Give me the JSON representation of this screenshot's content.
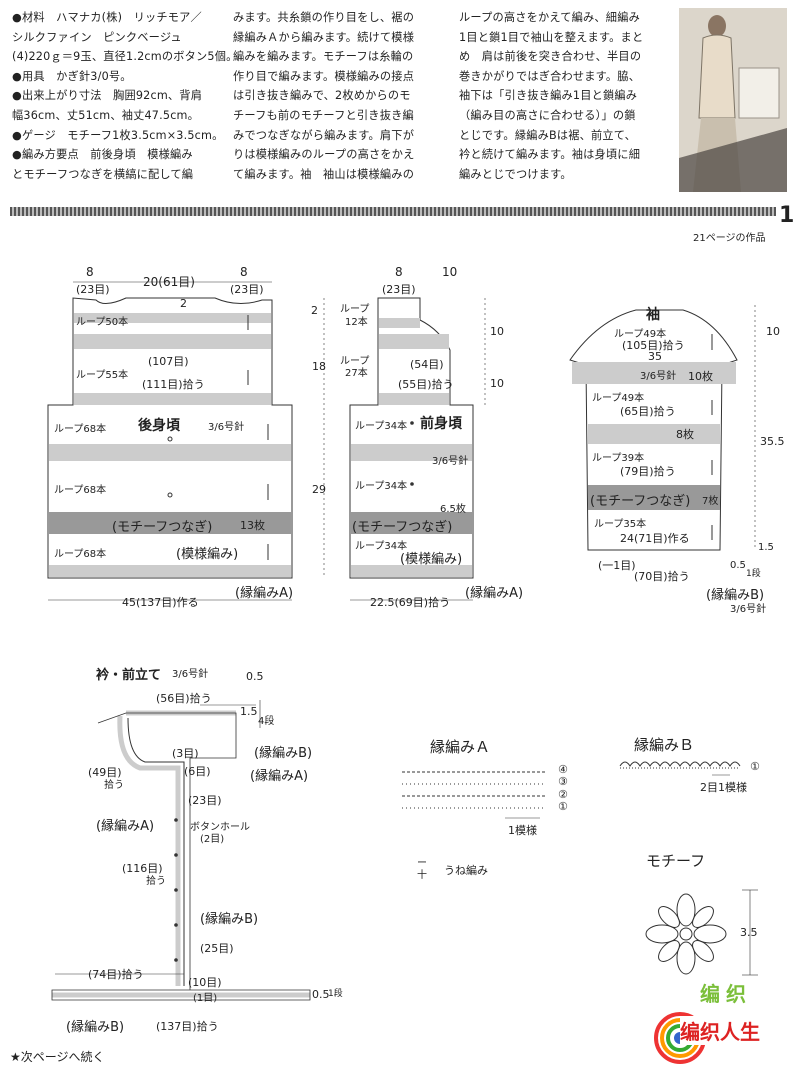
{
  "text_columns": {
    "col1": [
      "●材料　ハマナカ(株)　リッチモア／",
      "シルクファイン　ピンクベージュ",
      "(4)220ｇ＝9玉、直径1.2cmのボタン5個。",
      "●用具　かぎ針3/0号。",
      "●出来上がり寸法　胸囲92cm、背肩",
      "幅36cm、丈51cm、袖丈47.5cm。",
      "●ゲージ　モチーフ1枚3.5cm×3.5cm。",
      "●編み方要点　前後身頃　模様編み",
      "とモチーフつなぎを横縞に配して編"
    ],
    "col2": [
      "みます。共糸鎖の作り目をし、裾の",
      "縁編みＡから編みます。続けて模様",
      "編みを編みます。モチーフは糸輪の",
      "作り目で編みます。模様編みの接点",
      "は引き抜き編みで、2枚めからのモ",
      "チーフも前のモチーフと引き抜き編",
      "みでつなぎながら編みます。肩下が",
      "りは模様編みのループの高さをかえ",
      "て編みます。袖　袖山は模様編みの"
    ],
    "col3": [
      "ループの高さをかえて編み、細編み",
      "1目と鎖1目で袖山を整えます。まと",
      "め　肩は前後を突き合わせ、半目の",
      "巻きかがりではぎ合わせます。脇、",
      "袖下は「引き抜き編み1目と鎖編み",
      "（編み目の高さに合わせる）」の鎖",
      "とじです。縁編みBは裾、前立て、",
      "衿と続けて編みます。袖は身頃に細",
      "編みとじでつけます。"
    ]
  },
  "page": {
    "number": "1",
    "ref": "21ページの作品",
    "continue": "★次ページへ続く"
  },
  "back": {
    "title": "後身頃",
    "needle": "3/6号針",
    "top_dims": [
      "8",
      "(23目)",
      "20(61目)",
      "8",
      "(23目)"
    ],
    "neck": "2",
    "loops": [
      "ループ50本",
      "ループ55本",
      "ループ68本",
      "ループ68本",
      "ループ68本"
    ],
    "counts": [
      "(107目)",
      "(111目)拾う"
    ],
    "motif": "(モチーフつなぎ)",
    "motif_count": "13枚",
    "pattern": "(模様編み)",
    "edge": "(縁編みA)",
    "bottom": "45(137目)作る"
  },
  "front": {
    "title": "前身頃",
    "needle": "3/6号針",
    "top_dims": [
      "8",
      "(23目)",
      "10"
    ],
    "loop_top": [
      "ループ",
      "12本",
      "ループ",
      "27本"
    ],
    "counts": [
      "(54目)",
      "(55目)拾う"
    ],
    "side_dims": [
      "2",
      "18",
      "29",
      "10",
      "10",
      "6.5枚"
    ],
    "loops": [
      "ループ34本",
      "ループ34本",
      "ループ34本"
    ],
    "motif": "(モチーフつなぎ)",
    "pattern": "(模様編み)",
    "edge": "(縁編みA)",
    "bottom": "22.5(69目)拾う"
  },
  "sleeve": {
    "title": "袖",
    "loops": [
      "ループ49本",
      "ループ49本",
      "ループ39本",
      "ループ35本"
    ],
    "counts": [
      "(105目)拾う",
      "35",
      "(65目)拾う",
      "(79目)拾う",
      "24(71目)作る",
      "(一1目)",
      "(70目)拾う"
    ],
    "bands": [
      "3/6号針",
      "10枚",
      "8枚"
    ],
    "motif": "(モチーフつなぎ)",
    "motif_count": "7枚",
    "dims": [
      "10",
      "35.5",
      "1.5",
      "0.5",
      "1段"
    ],
    "edge": "(縁編みB)",
    "needle": "3/6号針"
  },
  "collar": {
    "title": "衿・前立て",
    "needle": "3/6号針",
    "labels": [
      "(56目)拾う",
      "0.5",
      "1.5",
      "4段",
      "(3目)",
      "(6目)",
      "(49目)",
      "拾う",
      "(23目)",
      "ボタンホール",
      "(2目)",
      "(116目)",
      "拾う",
      "(25目)",
      "(74目)拾う",
      "(10目)",
      "(1目)",
      "0.5",
      "1段",
      "(137目)拾う"
    ],
    "edges": [
      "(縁編みB)",
      "(縁編みA)",
      "(縁編みA)",
      "(縁編みB)",
      "(縁編みB)"
    ]
  },
  "chart_a": {
    "title": "縁編みＡ",
    "rows": [
      "④",
      "③",
      "②",
      "①"
    ],
    "repeat": "1模様",
    "legend": "うね編み"
  },
  "chart_b": {
    "title": "縁編みＢ",
    "row": "①",
    "repeat": "2目1模様"
  },
  "motif": {
    "title": "モチーフ",
    "size": "3.5"
  },
  "logo": {
    "text": "编织人生",
    "small": "编织"
  }
}
